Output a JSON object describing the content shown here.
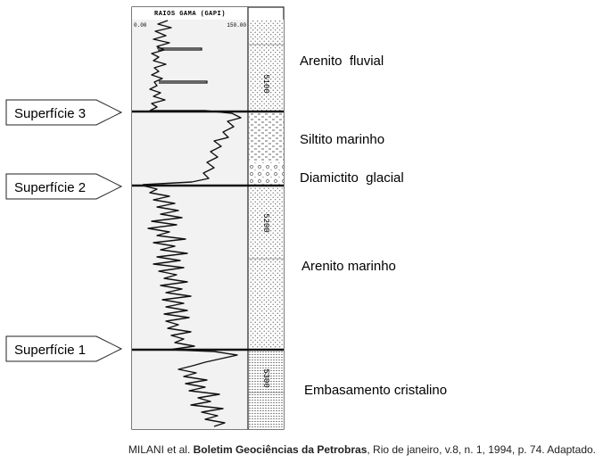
{
  "header": {
    "title": "RAIOS GAMA (GAPI)",
    "scale_min": "0.00",
    "scale_max": "150.00"
  },
  "surfaces": [
    {
      "label": "Superfície 3"
    },
    {
      "label": "Superfície 2"
    },
    {
      "label": "Superfície 1"
    }
  ],
  "units": [
    {
      "name": "Arenito  fluvial"
    },
    {
      "name": "Siltito marinho"
    },
    {
      "name": "Diamictito  glacial"
    },
    {
      "name": "Arenito marinho"
    },
    {
      "name": "Embasamento cristalino"
    }
  ],
  "depth_marks": [
    "5100",
    "5200",
    "5300"
  ],
  "caption": {
    "authors": "MILANI et al.",
    "journal": "Boletim Geociências da Petrobras",
    "details": ", Rio de janeiro, v.8, n. 1, 1994, p. 74. Adaptado."
  },
  "colors": {
    "line": "#111111",
    "panel_bg": "#f2f2f2",
    "border": "#222222"
  }
}
